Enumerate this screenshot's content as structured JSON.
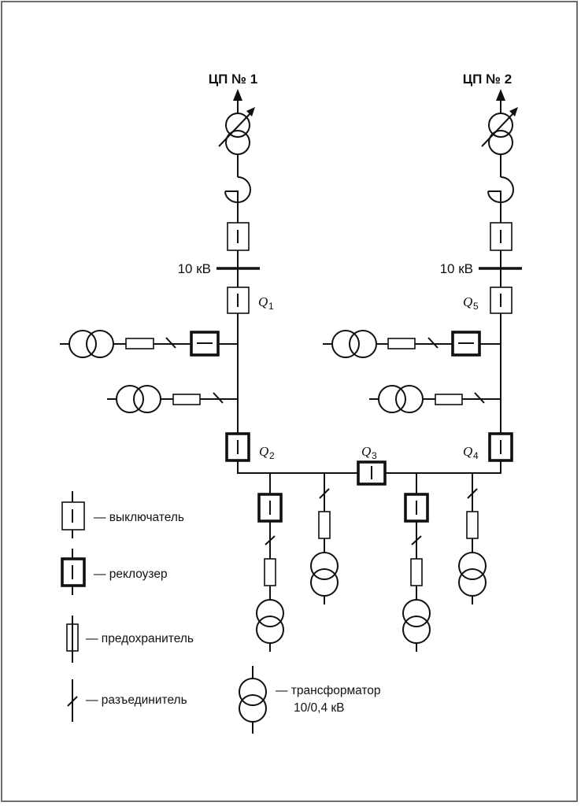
{
  "diagram": {
    "sources": [
      {
        "id": "cp1",
        "title": "ЦП № 1",
        "bus_voltage": "10 кВ"
      },
      {
        "id": "cp2",
        "title": "ЦП № 2",
        "bus_voltage": "10 кВ"
      }
    ],
    "switches": [
      {
        "id": "Q1",
        "letter": "Q",
        "index": "1",
        "type": "выключатель"
      },
      {
        "id": "Q2",
        "letter": "Q",
        "index": "2",
        "type": "реклоузер"
      },
      {
        "id": "Q3",
        "letter": "Q",
        "index": "3",
        "type": "реклоузер"
      },
      {
        "id": "Q4",
        "letter": "Q",
        "index": "4",
        "type": "реклоузер"
      },
      {
        "id": "Q5",
        "letter": "Q",
        "index": "5",
        "type": "выключатель"
      }
    ],
    "colors": {
      "line": "#111111",
      "frame": "#6e6e6e",
      "background": "#ffffff"
    }
  },
  "legend": {
    "breaker": "— выключатель",
    "recloser": "— реклоузер",
    "fuse": "— предохранитель",
    "disconnector": "— разъединитель",
    "transformer_line1": "— трансформатор",
    "transformer_line2": "10/0,4 кВ"
  }
}
